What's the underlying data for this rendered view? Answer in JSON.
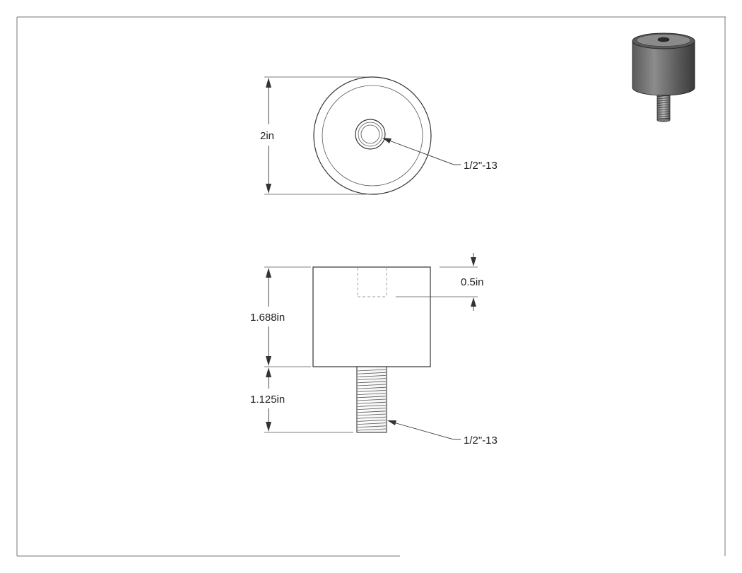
{
  "top_view": {
    "diameter_label": "2in",
    "thread_callout": "1/2\"-13"
  },
  "front_view": {
    "hole_depth_label": "0.5in",
    "body_height_label": "1.688in",
    "stud_length_label": "1.125in",
    "stud_thread_callout": "1/2\"-13"
  },
  "iso_view": {
    "icon": "cylinder-mount-iso-icon"
  },
  "colors": {
    "line": "#333333",
    "frame": "#777777",
    "hidden": "#999999",
    "iso_body": "#6e6e6e"
  }
}
